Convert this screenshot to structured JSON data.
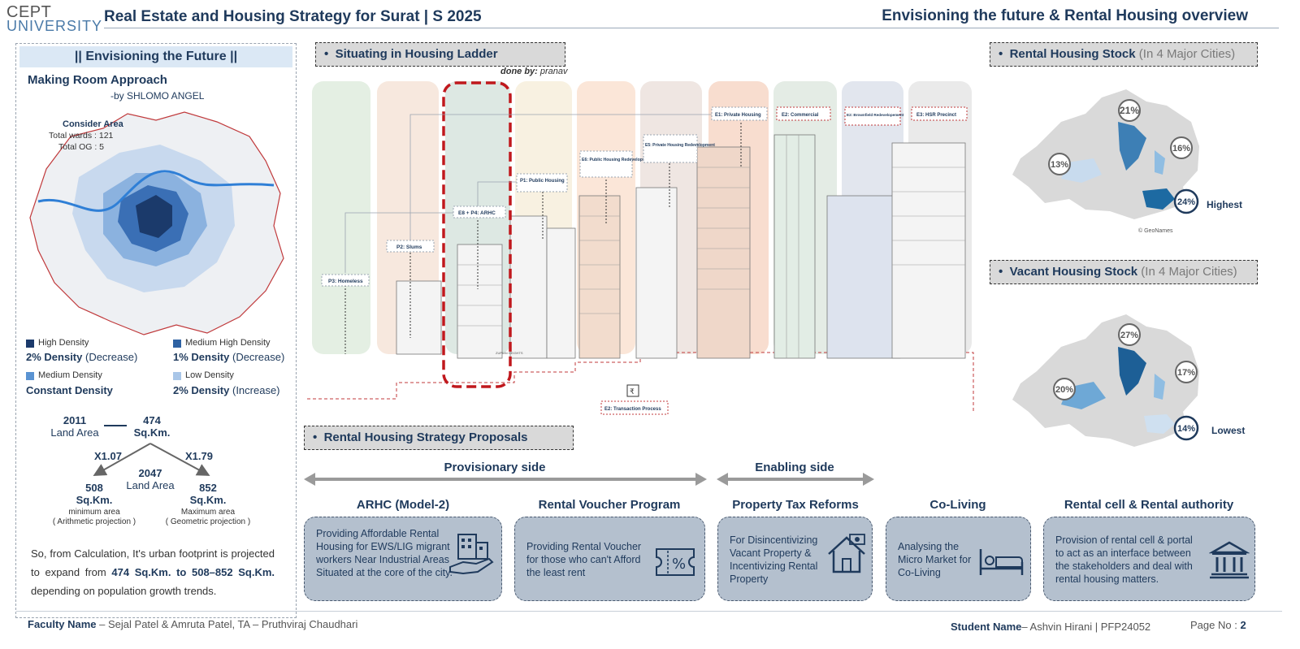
{
  "logo": {
    "line1": "CEPT",
    "line2": "UNIVERSITY"
  },
  "header": {
    "title": "Real Estate and Housing Strategy for Surat | S 2025",
    "right_title": "Envisioning the future & Rental Housing overview"
  },
  "left_panel": {
    "heading": "|| Envisioning the Future ||",
    "approach_title": "Making Room Approach",
    "approach_by": "-by SHLOMO ANGEL",
    "consider_area": "Consider Area",
    "total_wards": "Total wards : 121",
    "total_og": "Total OG : 5",
    "legend": [
      {
        "name": "High Density",
        "value_bold": "2% Density",
        "value_rest": " (Decrease)",
        "color": "#1b3a6b"
      },
      {
        "name": "Medium High Density",
        "value_bold": "1% Density",
        "value_rest": " (Decrease)",
        "color": "#2e62a3"
      },
      {
        "name": "Medium Density",
        "value_bold": "Constant Density",
        "value_rest": "",
        "color": "#5a93d2"
      },
      {
        "name": "Low Density",
        "value_bold": "2% Density",
        "value_rest": " (Increase)",
        "color": "#a9c6e8"
      }
    ],
    "calc": {
      "year_2011": "2011",
      "land_area": "Land Area",
      "area_2011_value": "474",
      "area_unit": "Sq.Km.",
      "mult_left": "X1.07",
      "mult_right": "X1.79",
      "year_2047": "2047",
      "land_area_2047": "Land Area",
      "min_value": "508",
      "max_value": "852",
      "min_label": "minimum area",
      "min_method": "( Arithmetic projection )",
      "max_label": "Maximum area",
      "max_method": "( Geometric projection )"
    },
    "conclusion_pre": "So, from Calculation, It's urban footprint is projected to expand from ",
    "conclusion_bold": "474 Sq.Km. to 508–852 Sq.Km.",
    "conclusion_post": " depending on population growth trends."
  },
  "center": {
    "ladder_heading": "Situating in Housing Ladder",
    "done_by_label": "done by:",
    "done_by_name": "pranav",
    "ladder_labels": {
      "p3": "P3: Homeless",
      "p2": "P2: Slums",
      "e8": "E8 + P4: ARHC",
      "p1": "P1: Public Housing",
      "e6": "E6: Public Housing Redevelopment",
      "e5": "E5: Private Housing Redevelopment",
      "e1": "E1: Private Housing",
      "e2c": "E2: Commercial",
      "e2b": "E2: Brownfield Redevelopement",
      "e3": "E3: HSR Precinct",
      "e2t": "E2: Transaction Process",
      "building_sign": "ZUPIAN HEIGHTS"
    },
    "proposals_heading": "Rental Housing Strategy Proposals",
    "provisionary_side": "Provisionary side",
    "enabling_side": "Enabling side",
    "proposals": [
      {
        "title": "ARHC (Model-2)",
        "text": "Providing Affordable Rental Housing for EWS/LIG migrant workers Near Industrial Areas Situated at the core of the city.",
        "icon": "building-hand-icon"
      },
      {
        "title": "Rental Voucher Program",
        "text": "Providing Rental Voucher for those who can't Afford the least rent",
        "icon": "voucher-icon"
      },
      {
        "title": "Property Tax Reforms",
        "text": "For Disincentivizing Vacant Property & Incentivizing Rental Property",
        "icon": "house-tax-icon"
      },
      {
        "title": "Co-Living",
        "text": "Analysing the Micro Market for Co-Living",
        "icon": "bed-icon"
      },
      {
        "title": "Rental cell & Rental authority",
        "text": "Provision of rental cell & portal to act as an interface between the stakeholders and deal with rental housing matters.",
        "icon": "institution-icon"
      }
    ]
  },
  "right": {
    "rental_heading": "Rental Housing Stock",
    "rental_heading_light": " (In 4 Major Cities)",
    "rental_pcts": [
      "21%",
      "16%",
      "13%",
      "24%"
    ],
    "rental_note": "Highest",
    "rental_credit": "© GeoNames",
    "vacant_heading": "Vacant Housing Stock",
    "vacant_heading_light": " (In 4 Major Cities)",
    "vacant_pcts": [
      "27%",
      "17%",
      "20%",
      "14%"
    ],
    "vacant_note": "Lowest"
  },
  "footer": {
    "faculty_label": "Faculty Name",
    "faculty_value": " – Sejal Patel & Amruta Patel, TA – Pruthviraj Chaudhari",
    "student_label": "Student Name",
    "student_value": "– Ashvin Hirani | PFP24052",
    "page_label": "Page No : ",
    "page_num": "2"
  }
}
